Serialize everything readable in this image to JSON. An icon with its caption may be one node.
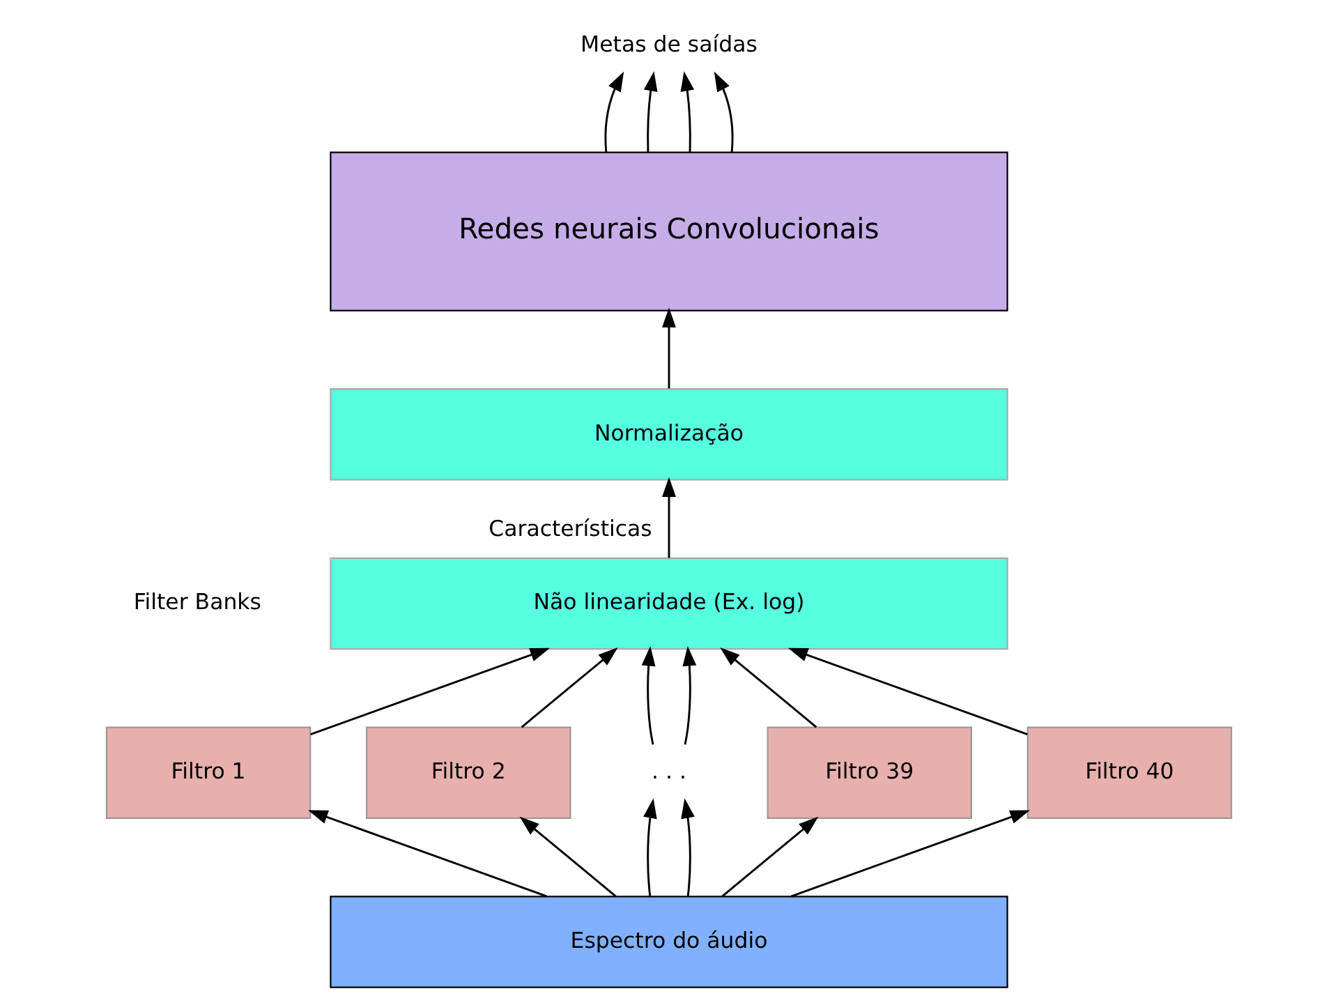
{
  "diagram": {
    "nodes": [
      {
        "text": [
          "Redes neurais Convolucionais"
        ]
      },
      {
        "text": [
          "Normalização"
        ]
      },
      {
        "text": [
          "Não linearidade (Ex. log)"
        ]
      },
      {
        "text": [
          "Filtro 1"
        ]
      },
      {
        "text": [
          "Filtro 2"
        ]
      },
      {
        "text": [
          ". . ."
        ]
      },
      {
        "text": [
          "Filtro 39"
        ]
      },
      {
        "text": [
          "Filtro 40"
        ]
      },
      {
        "text": [
          "Espectro do áudio"
        ]
      },
      {
        "text": [
          "Metas de saídas"
        ]
      }
    ],
    "edges": [
      {
        "from": 8,
        "to": 3,
        "arrow": "to"
      },
      {
        "from": 8,
        "to": 4,
        "arrow": "to"
      },
      {
        "from": 8,
        "to": 5,
        "arrow": "to"
      },
      {
        "from": 8,
        "to": 5,
        "arrow": "to"
      },
      {
        "from": 8,
        "to": 6,
        "arrow": "to"
      },
      {
        "from": 8,
        "to": 7,
        "arrow": "to"
      },
      {
        "from": 3,
        "to": 2,
        "arrow": "to"
      },
      {
        "from": 4,
        "to": 2,
        "arrow": "to"
      },
      {
        "from": 5,
        "to": 2,
        "arrow": "to"
      },
      {
        "from": 5,
        "to": 2,
        "arrow": "to"
      },
      {
        "from": 6,
        "to": 2,
        "arrow": "to"
      },
      {
        "from": 7,
        "to": 2,
        "arrow": "to"
      },
      {
        "from": 2,
        "to": 1,
        "arrow": "to",
        "label": "Características"
      },
      {
        "from": 1,
        "to": 0,
        "arrow": "to"
      },
      {
        "from": 0,
        "to": 9,
        "arrow": "to"
      },
      {
        "from": 0,
        "to": 9,
        "arrow": "to"
      },
      {
        "from": 0,
        "to": 9,
        "arrow": "to"
      },
      {
        "from": 0,
        "to": 9,
        "arrow": "to"
      }
    ],
    "labels": [
      "Filter Banks"
    ]
  }
}
